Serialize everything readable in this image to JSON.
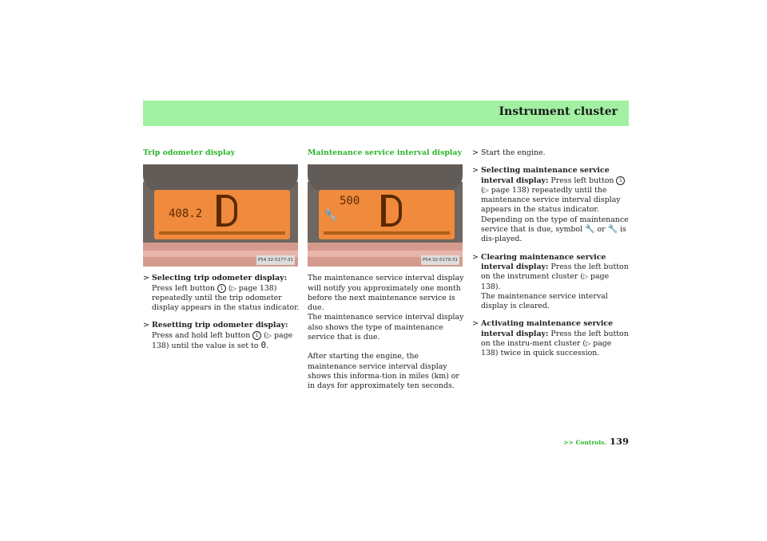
{
  "header": {
    "title": "Instrument cluster"
  },
  "trip": {
    "title": "Trip odometer display",
    "image_code": "P54.32-5177-31",
    "display_value": "408.2",
    "items": [
      {
        "bold": "Selecting trip odometer display:",
        "t1": " Press left button ",
        "t2": " (",
        "t3": " page 138) repeatedly until the trip odometer display appears in the status indicator."
      },
      {
        "bold": "Resetting trip odometer display:",
        "t1": " Press and hold left button ",
        "t2": " (",
        "t3": " page 138) until the value is set to ",
        "t4": "."
      }
    ]
  },
  "maint": {
    "title": "Maintenance service interval display",
    "image_code": "P54.32-5179-31",
    "display_value": "500",
    "para1": "The maintenance service interval display will notify you approximately one month before the next maintenance service is due.",
    "para2": "The maintenance service interval display also shows the type of maintenance service that is due.",
    "para3": "After starting the engine, the maintenance service interval display shows this informa-tion in miles (km) or in days for approximately ten seconds."
  },
  "steps": {
    "s1": "Start the engine.",
    "s2_bold": "Selecting maintenance service interval display:",
    "s2_t1": " Press left button ",
    "s2_t2": " (",
    "s2_t3": " page 138) repeatedly until the maintenance service interval display appears in the status indicator.",
    "s2_t4": "Depending on the type of maintenance service that is due, symbol ",
    "s2_t5": " or ",
    "s2_t6": " is dis-played.",
    "s3_bold": "Clearing maintenance service interval display:",
    "s3_t1": " Press the left button on the instrument cluster (",
    "s3_t2": " page 138).",
    "s3_t3": "The maintenance service interval display is cleared.",
    "s4_bold": "Activating maintenance service interval display:",
    "s4_t1": " Press the left button on the instru-ment cluster (",
    "s4_t2": " page 138) twice in quick succession."
  },
  "symbols": {
    "marker": ">",
    "button_num": "1",
    "ref_arrow": "▷",
    "zero": "0",
    "wrench": "🔧",
    "wrench_cross": "🔧"
  },
  "footer": {
    "nav": ">> Controls.",
    "page": "139"
  },
  "colors": {
    "header_bg": "#a2f0a2",
    "section_title": "#2db52d",
    "display_orange": "#f08a3c"
  }
}
